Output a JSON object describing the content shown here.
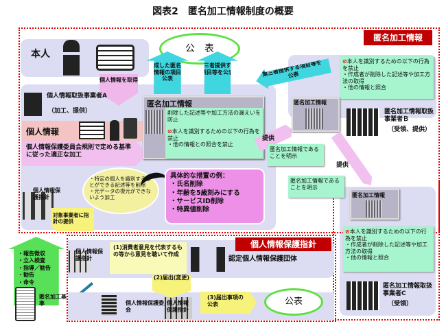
{
  "title": "図表2　匿名加工情報制度の概要",
  "labels": {
    "anon_section": "匿名加工情報",
    "guideline_section": "個人情報保護指針"
  },
  "publish": {
    "top": "公　表",
    "bottom": "公表"
  },
  "person": {
    "label": "本人"
  },
  "arrows": {
    "acquire": "個人情報を取得",
    "publish_items": "作成した匿名加工情報の項目を公表",
    "publish_third_a": "第三者提供する項目等を公表",
    "publish_third_b": "第三者提供する項目等を公表",
    "provide_ab": "提供",
    "provide_bc": "提供",
    "proper_processing": "個人情報保護委員会規則で定める基準に従った適正な加工",
    "provide_guideline": "対象事業者に指針の提供",
    "enforcement": [
      "・報告徴収",
      "・立入検査",
      "・指導／勧告",
      "・勧告",
      "・命令"
    ],
    "notify": "(2)届出(変更)",
    "publish_notified": "(3)届出事項の公表"
  },
  "business_a": {
    "name": "個人情報取扱事業者A",
    "role": "（加工、提供）",
    "personal_info": "個人情報",
    "anon_title": "匿名加工情報",
    "note1": "削除した記述等や加工方法の漏えいを防止",
    "note2": "本人を識別するための以下の行為を禁止",
    "note3": "・他の情報との照合を禁止",
    "ellipse": [
      "・特定の個人を識別することができる記述等を削除",
      "・元データの復元ができないよう加工"
    ],
    "measures_title": "具体的な措置の例：",
    "measures": [
      "・氏名削除",
      "・年齢を5歳刻みにする",
      "・サービスID削除",
      "・特異値削除"
    ],
    "guideline": "個人情報保護指針",
    "explicit": "匿名加工情報であることを明示"
  },
  "business_b": {
    "name": "匿名加工情報取扱事業者Ｂ",
    "role": "（受領、提供）",
    "anon_title": "匿名加工情報",
    "note": [
      "本人を識別するための以下の行為を禁止",
      "・作成者が削除した記述等や加工方法の取得",
      "・他の情報と照合"
    ],
    "explicit": "匿名加工情報であることを明示"
  },
  "business_c": {
    "name": "匿名加工情報取扱事業者C",
    "role": "（受領）",
    "anon_title": "匿名加工情報",
    "note": [
      "本人を識別するための以下の行為を禁止",
      "・作成者が削除した記述等や加工方法の取得",
      "・他の情報と照合"
    ]
  },
  "guideline_box": {
    "consult": "(1)消費者意見を代表するもの等から意見を聴いて作成",
    "org": "認定個人情報保護団体",
    "guideline": "個人情報保護指針",
    "commission": "個人情報保護委員会",
    "guideline2": "個人情報保護指針"
  },
  "standard": "匿名加工基準",
  "colors": {
    "red": "#c00000",
    "lavender": "#dcdcf2",
    "green_note": "#a6f5cf",
    "cyan": "#3fd6e0",
    "pink": "#f0b8ea",
    "magenta": "#ee90e8",
    "yellow": "#f6f27a"
  }
}
